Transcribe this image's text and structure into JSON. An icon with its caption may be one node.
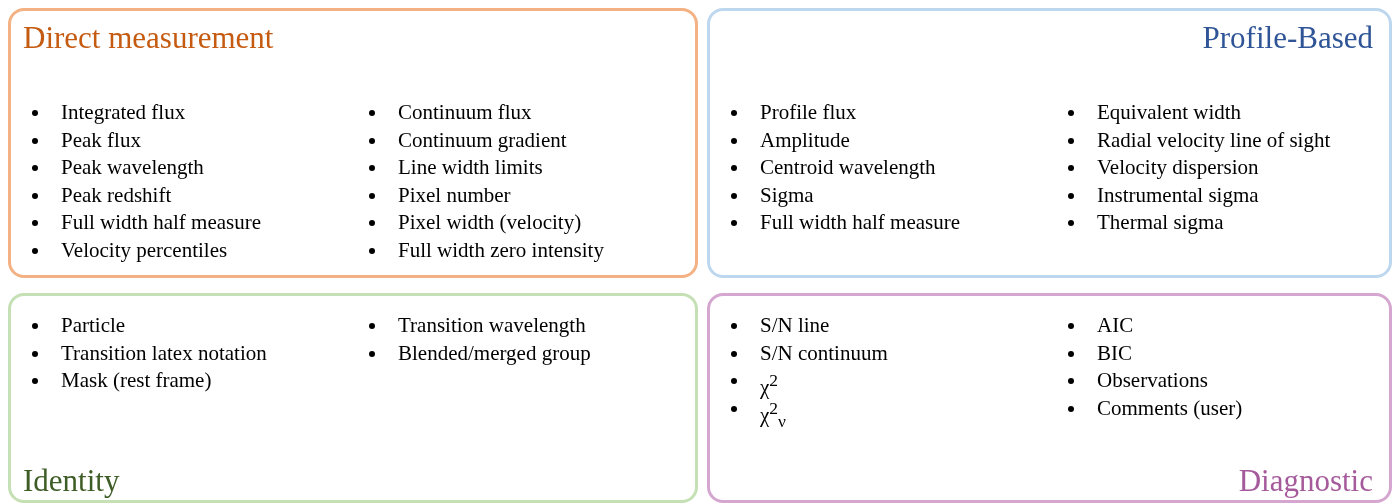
{
  "diagram": {
    "nodes": [
      {
        "text": [
          "Direct measurement",
          "Integrated flux",
          "Peak flux",
          "Peak wavelength",
          "Peak redshift",
          "Full width half measure",
          "Velocity percentiles",
          "Continuum flux",
          "Continuum gradient",
          "Line width limits",
          "Pixel number",
          "Pixel width (velocity)",
          "Full width zero intensity"
        ]
      },
      {
        "text": [
          "Profile-Based",
          "Profile flux",
          "Amplitude",
          "Centroid wavelength",
          "Sigma",
          "Full width half measure",
          "Equivalent width",
          "Radial velocity line of sight",
          "Velocity dispersion",
          "Instrumental sigma",
          "Thermal sigma"
        ]
      },
      {
        "text": [
          "Particle",
          "Transition latex notation",
          "Mask (rest frame)",
          "Transition wavelength",
          "Blended/merged group",
          "Identity"
        ]
      },
      {
        "text": [
          "S/N line",
          "S/N continuum",
          "χ$^{2}$",
          "χ$^{2}$$_{ν}$",
          "AIC",
          "BIC",
          "Observations",
          "Comments (user)",
          "Diagnostic"
        ]
      }
    ]
  }
}
